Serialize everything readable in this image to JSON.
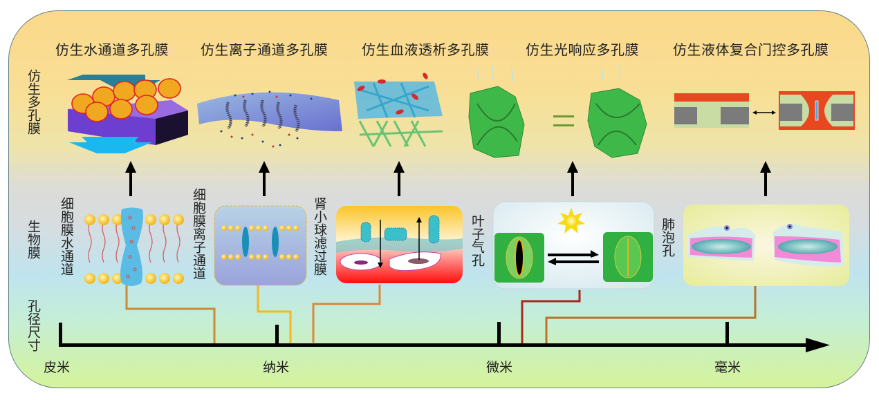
{
  "row_labels": {
    "biomimetic": "仿生多孔膜",
    "biological": "生物膜",
    "pore_size": "孔径尺寸"
  },
  "titles": [
    "仿生水通道多孔膜",
    "仿生离子通道多孔膜",
    "仿生血液透析多孔膜",
    "仿生光响应多孔膜",
    "仿生液体复合门控多孔膜"
  ],
  "bio_labels": [
    "细胞膜水通道",
    "细胞膜离子通道",
    "肾小球滤过膜",
    "叶子气孔",
    "肺泡孔"
  ],
  "axis": {
    "units": [
      "皮米",
      "纳米",
      "微米",
      "毫米"
    ]
  },
  "colors": {
    "connector_water": "#c98a3a",
    "connector_ion": "#f2b91e",
    "connector_kidney": "#d9893a",
    "connector_stoma": "#a8281e",
    "connector_alveolus": "#b8742a",
    "gate_red": "#e8481f",
    "gate_gray": "#7b7b7b",
    "gate_green": "#c8dca4",
    "leaf_green": "#2fb040"
  }
}
